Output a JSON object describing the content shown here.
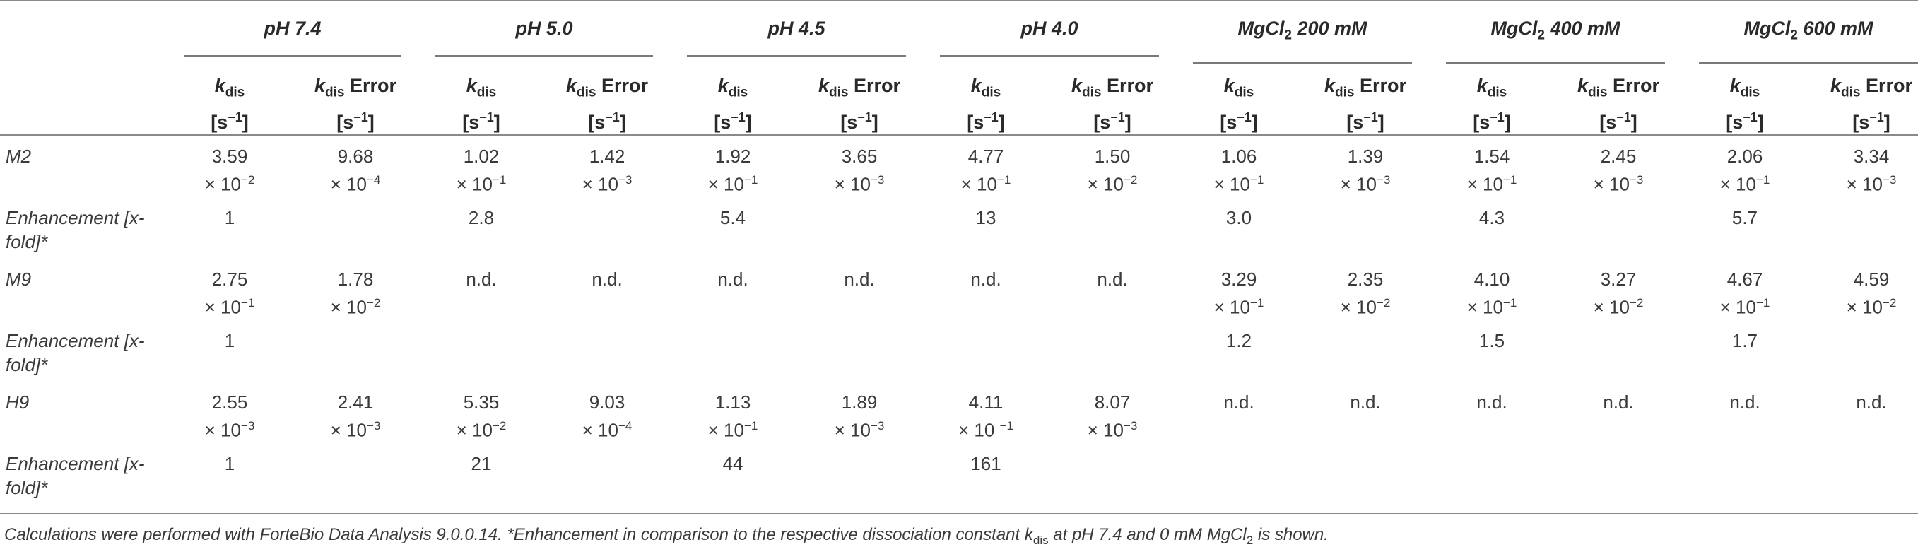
{
  "groups": [
    {
      "label": "pH 7.4"
    },
    {
      "label": "pH 5.0"
    },
    {
      "label": "pH 4.5"
    },
    {
      "label": "pH 4.0"
    },
    {
      "label_pre": "MgCl",
      "label_sub": "2",
      "label_post": " 200 mM"
    },
    {
      "label_pre": "MgCl",
      "label_sub": "2",
      "label_post": " 400 mM"
    },
    {
      "label_pre": "MgCl",
      "label_sub": "2",
      "label_post": " 600 mM"
    }
  ],
  "column_headers": {
    "k": "k",
    "k_sub": "dis",
    "error_word": "Error",
    "unit_open": "[s",
    "unit_sup": "−1",
    "unit_close": "]"
  },
  "rows": [
    {
      "label": "M2",
      "cells": [
        [
          "3.59",
          "× 10",
          "−2"
        ],
        [
          "9.68",
          "× 10",
          "−4"
        ],
        [
          "1.02",
          "× 10",
          "−1"
        ],
        [
          "1.42",
          "× 10",
          "−3"
        ],
        [
          "1.92",
          "× 10",
          "−1"
        ],
        [
          "3.65",
          "× 10",
          "−3"
        ],
        [
          "4.77",
          "× 10",
          "−1"
        ],
        [
          "1.50",
          "× 10",
          "−2"
        ],
        [
          "1.06",
          "× 10",
          "−1"
        ],
        [
          "1.39",
          "× 10",
          "−3"
        ],
        [
          "1.54",
          "× 10",
          "−1"
        ],
        [
          "2.45",
          "× 10",
          "−3"
        ],
        [
          "2.06",
          "× 10",
          "−1"
        ],
        [
          "3.34",
          "× 10",
          "−3"
        ]
      ]
    },
    {
      "label": "Enhancement [x-fold]*",
      "cells": [
        [
          "1"
        ],
        [],
        [
          "2.8"
        ],
        [],
        [
          "5.4"
        ],
        [],
        [
          "13"
        ],
        [],
        [
          "3.0"
        ],
        [],
        [
          "4.3"
        ],
        [],
        [
          "5.7"
        ],
        []
      ]
    },
    {
      "label": "M9",
      "cells": [
        [
          "2.75",
          "× 10",
          "−1"
        ],
        [
          "1.78",
          "× 10",
          "−2"
        ],
        [
          "n.d."
        ],
        [
          "n.d."
        ],
        [
          "n.d."
        ],
        [
          "n.d."
        ],
        [
          "n.d."
        ],
        [
          "n.d."
        ],
        [
          "3.29",
          "× 10",
          "−1"
        ],
        [
          "2.35",
          "× 10",
          "−2"
        ],
        [
          "4.10",
          "× 10",
          "−1"
        ],
        [
          "3.27",
          "× 10",
          "−2"
        ],
        [
          "4.67",
          "× 10",
          "−1"
        ],
        [
          "4.59",
          "× 10",
          "−2"
        ]
      ]
    },
    {
      "label": "Enhancement [x-fold]*",
      "cells": [
        [
          "1"
        ],
        [],
        [],
        [],
        [],
        [],
        [],
        [],
        [
          "1.2"
        ],
        [],
        [
          "1.5"
        ],
        [],
        [
          "1.7"
        ],
        []
      ]
    },
    {
      "label": "H9",
      "cells": [
        [
          "2.55",
          "× 10",
          "−3"
        ],
        [
          "2.41",
          "× 10",
          "−3"
        ],
        [
          "5.35",
          "× 10",
          "−2"
        ],
        [
          "9.03",
          "× 10",
          "−4"
        ],
        [
          "1.13",
          "× 10",
          "−1"
        ],
        [
          "1.89",
          "× 10",
          "−3"
        ],
        [
          "4.11",
          "× 10 ",
          "−1"
        ],
        [
          "8.07",
          "× 10",
          "−3"
        ],
        [
          "n.d."
        ],
        [
          "n.d."
        ],
        [
          "n.d."
        ],
        [
          "n.d."
        ],
        [
          "n.d."
        ],
        [
          "n.d."
        ]
      ]
    },
    {
      "label": "Enhancement [x-fold]*",
      "cells": [
        [
          "1"
        ],
        [],
        [
          "21"
        ],
        [],
        [
          "44"
        ],
        [],
        [
          "161"
        ],
        [],
        [],
        [],
        [],
        [],
        [],
        []
      ]
    }
  ],
  "footnote": {
    "text_pre": "Calculations were performed with ForteBio Data Analysis 9.0.0.14. *Enhancement in comparison to the respective dissociation constant k",
    "k_sub": "dis",
    "text_mid": " at pH 7.4 and 0 mM MgCl",
    "mg_sub": "2",
    "text_post": " is shown."
  }
}
